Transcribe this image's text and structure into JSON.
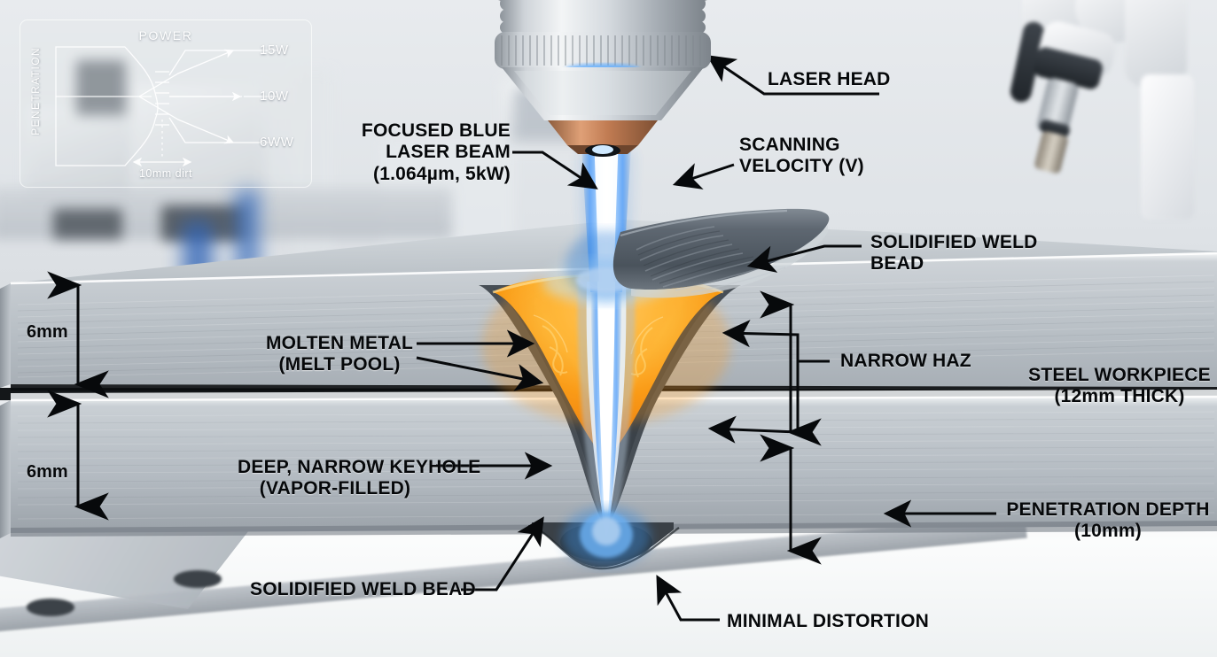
{
  "scene": {
    "title": "laser-keyhole-welding-cross-section",
    "accent_beam": "#cfe8ff",
    "accent_melt": "#f59a18",
    "accent_bead": "#56606a"
  },
  "inset": {
    "title": "POWER",
    "y_axis": "PENETRATION",
    "caption": "10mm dirt",
    "levels": [
      {
        "label": "15W"
      },
      {
        "label": "10W"
      },
      {
        "label": "6WW"
      }
    ]
  },
  "annotations": {
    "laser_head": "LASER HEAD",
    "focused_beam_l1": "FOCUSED BLUE",
    "focused_beam_l2": "LASER BEAM",
    "focused_beam_l3": "(1.064µm, 5kW)",
    "scanning_velocity_l1": "SCANNING",
    "scanning_velocity_l2": "VELOCITY (V)",
    "solidified_bead_top_l1": "SOLIDIFIED WELD",
    "solidified_bead_top_l2": "BEAD",
    "molten_metal_l1": "MOLTEN METAL",
    "molten_metal_l2": "(MELT POOL)",
    "narrow_haz": "NARROW HAZ",
    "steel_workpiece_l1": "STEEL WORKPIECE",
    "steel_workpiece_l2": "(12mm THICK)",
    "keyhole_l1": "DEEP, NARROW KEYHOLE",
    "keyhole_l2": "(VAPOR-FILLED)",
    "penetration_depth_l1": "PENETRATION DEPTH",
    "penetration_depth_l2": "(10mm)",
    "solidified_bead_bottom": "SOLIDIFIED WELD BEAD",
    "minimal_distortion": "MINIMAL DISTORTION"
  },
  "dimensions": {
    "plate_upper": "6mm",
    "plate_lower": "6mm"
  },
  "chart_data": {
    "type": "line",
    "title": "POWER",
    "xlabel": "POWER",
    "ylabel": "PENETRATION",
    "categories": [
      "6WW",
      "10W",
      "15W"
    ],
    "values": [
      1,
      2,
      3
    ],
    "annotation": "10mm dirt",
    "grid": false,
    "legend": "right"
  }
}
